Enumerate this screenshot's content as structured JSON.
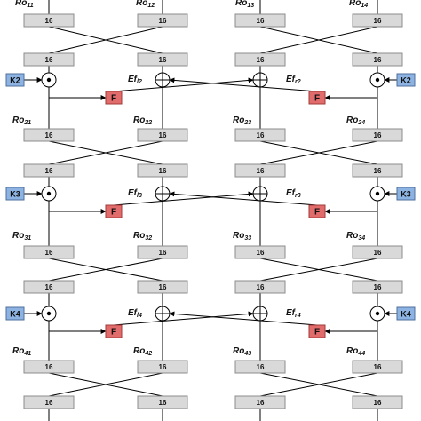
{
  "register_label": "16",
  "round_outputs": [
    [
      "11",
      "12",
      "13",
      "14"
    ],
    [
      "21",
      "22",
      "23",
      "24"
    ],
    [
      "31",
      "32",
      "33",
      "34"
    ],
    [
      "41",
      "42",
      "43",
      "44"
    ]
  ],
  "ro_prefix": "Ro",
  "ef_prefix": "Ef",
  "ef_labels": [
    [
      "l2",
      "r2"
    ],
    [
      "l3",
      "r3"
    ],
    [
      "l4",
      "r4"
    ]
  ],
  "keys": [
    "K2",
    "K3",
    "K4"
  ],
  "f_label": "F",
  "colors": {
    "register_fill": "#d9d9d9",
    "key_fill": "#8db3e2",
    "f_fill": "#e26b6b"
  }
}
